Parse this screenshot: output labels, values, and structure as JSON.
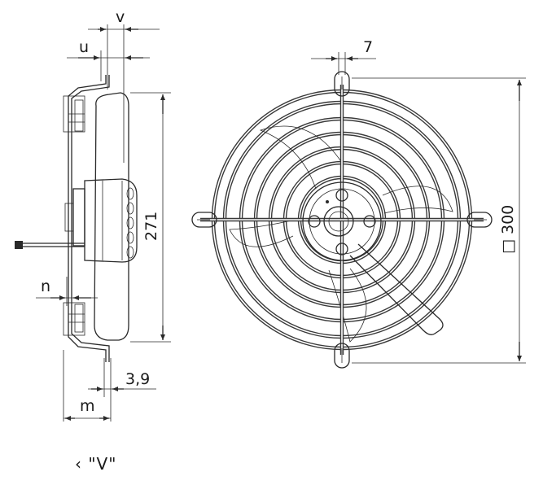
{
  "dimensions": {
    "v": "v",
    "u": "u",
    "width_7": "7",
    "height_271": "271",
    "square_300": "□ 300",
    "n": "n",
    "thickness_3_9": "3,9",
    "m": "m"
  },
  "view_label": "‹ \"V\""
}
